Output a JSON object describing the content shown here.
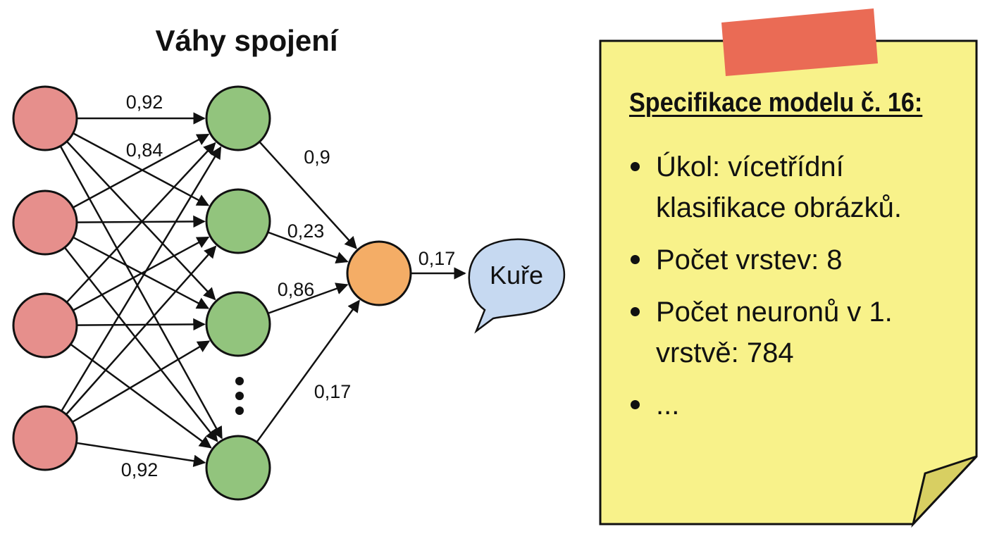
{
  "diagram": {
    "title": "Váhy spojení",
    "output_label": "Kuře",
    "ellipsis": "⋮",
    "weights": {
      "input_top_to_hidden_top": "0,92",
      "input_top_to_hidden_2": "0,84",
      "input_bottom_to_hidden_bottom": "0,92",
      "hidden_1_to_output": "0,9",
      "hidden_2_to_output": "0,23",
      "hidden_3_to_output": "0,86",
      "hidden_4_to_output": "0,17",
      "output_to_label": "0,17"
    },
    "colors": {
      "input_fill": "#e68f8c",
      "hidden_fill": "#92c47d",
      "output_fill": "#f4ad66",
      "bubble_fill": "#c6d9f1",
      "note_fill": "#f8f28a",
      "tape_fill": "#ea6b55"
    }
  },
  "spec_note": {
    "heading": "Specifikace modelu č. 16:",
    "items": [
      {
        "text": "Úkol: vícetřídní klasifikace obrázků."
      },
      {
        "text": "Počet vrstev: 8"
      },
      {
        "text": "Počet neuronů v 1. vrstvě: 784"
      },
      {
        "text": "..."
      }
    ]
  }
}
